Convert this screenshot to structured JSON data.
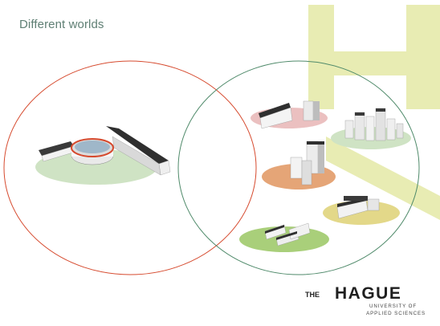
{
  "slide": {
    "title": "Different worlds"
  },
  "logo": {
    "prefix": "THE",
    "name": "HAGUE",
    "line1": "UNIVERSITY OF",
    "line2": "APPLIED SCIENCES"
  },
  "colors": {
    "title": "#5f7f74",
    "left_circle": "#d64a2e",
    "right_circle": "#4f8a6a",
    "accent_shape": "#e8ecb3",
    "disc_pink": "#ebc0c0",
    "disc_green": "#cfe3c4",
    "disc_orange": "#e5a577",
    "disc_yellow": "#e3d889",
    "disc_lime": "#a9cf7a"
  }
}
